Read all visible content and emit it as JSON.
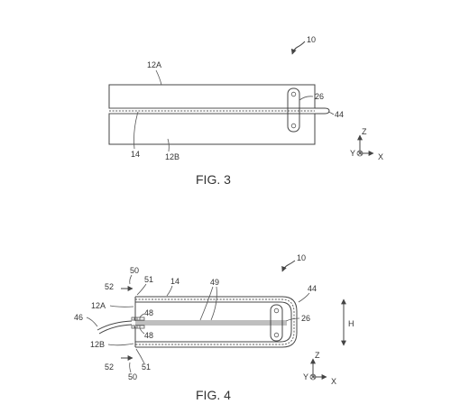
{
  "fig3": {
    "caption": "FIG. 3",
    "ref": "10",
    "labels": {
      "top_plate": "12A",
      "bottom_plate": "12B",
      "layer": "14",
      "clip": "26",
      "lead": "44"
    },
    "axes": {
      "z": "Z",
      "y": "Y",
      "x": "X"
    }
  },
  "fig4": {
    "caption": "FIG. 4",
    "ref": "10",
    "labels": {
      "top_plate": "12A",
      "bottom_plate": "12B",
      "layer": "14",
      "clip": "26",
      "bend": "44",
      "lead": "46",
      "contact_top": "48",
      "contact_bottom": "48",
      "wires": "49",
      "arrow_top": "50",
      "arrow_bottom": "50",
      "edge_top": "51",
      "edge_bottom": "51",
      "end_top": "52",
      "end_bottom": "52",
      "height": "H"
    },
    "axes": {
      "z": "Z",
      "y": "Y",
      "x": "X"
    }
  }
}
